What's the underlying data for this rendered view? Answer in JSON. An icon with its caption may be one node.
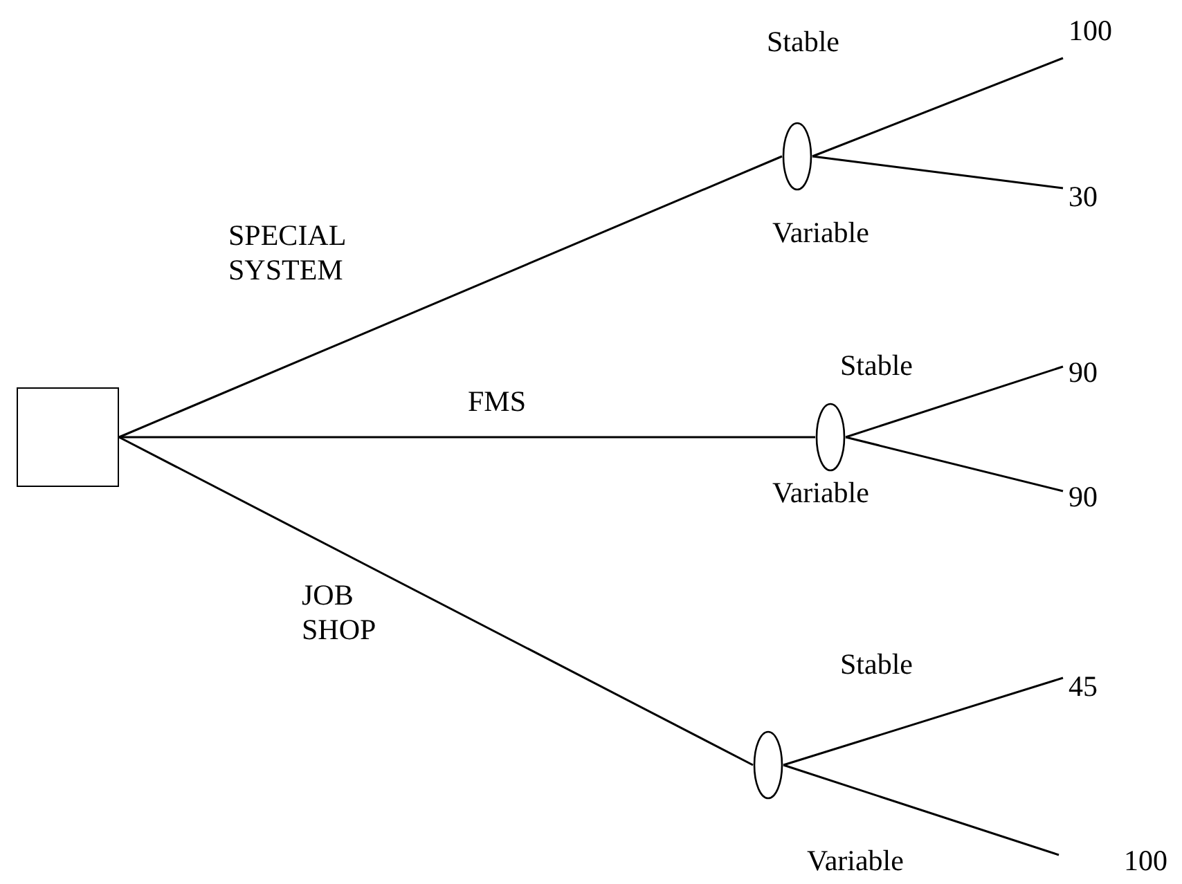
{
  "diagram": {
    "nodes": [
      {
        "text": [],
        "shape": "box"
      },
      {
        "text": [],
        "shape": "ellipse"
      },
      {
        "text": [],
        "shape": "ellipse"
      },
      {
        "text": [],
        "shape": "ellipse"
      },
      {
        "text": [
          "100"
        ]
      },
      {
        "text": [
          "30"
        ]
      },
      {
        "text": [
          "90"
        ]
      },
      {
        "text": [
          "90"
        ]
      },
      {
        "text": [
          "45"
        ]
      },
      {
        "text": [
          "100"
        ]
      }
    ],
    "edges": [
      {
        "from": 0,
        "to": 1,
        "arrow": "none",
        "label": "SPECIAL SYSTEM"
      },
      {
        "from": 0,
        "to": 2,
        "arrow": "none",
        "label": "FMS"
      },
      {
        "from": 0,
        "to": 3,
        "arrow": "none",
        "label": "JOB SHOP"
      },
      {
        "from": 1,
        "to": 4,
        "arrow": "none",
        "label": "Stable"
      },
      {
        "from": 1,
        "to": 5,
        "arrow": "none",
        "label": "Variable"
      },
      {
        "from": 2,
        "to": 6,
        "arrow": "none",
        "label": "Stable"
      },
      {
        "from": 2,
        "to": 7,
        "arrow": "none",
        "label": "Variable"
      },
      {
        "from": 3,
        "to": 8,
        "arrow": "none",
        "label": "Stable"
      },
      {
        "from": 3,
        "to": 9,
        "arrow": "none",
        "label": "Variable"
      }
    ]
  }
}
